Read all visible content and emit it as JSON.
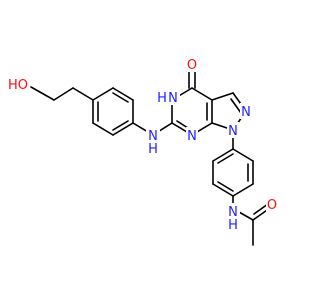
{
  "molecule": {
    "colors": {
      "bond": "#000000",
      "nitrogen": "#1f1fff",
      "oxygen": "#ff0d0d",
      "background": "#ffffff"
    },
    "atoms": {
      "hydroxyl_O": {
        "element": "O",
        "label": "HO"
      },
      "lactam_O": {
        "element": "O",
        "label": "O"
      },
      "lactam_NH": {
        "element": "N",
        "label": "N",
        "hydrogen": "H"
      },
      "pyrazole_N2": {
        "element": "N",
        "label": "N"
      },
      "pyrazole_N1": {
        "element": "N",
        "label": "N"
      },
      "pyrimidine_N3": {
        "element": "N",
        "label": "N"
      },
      "amine_NH": {
        "element": "N",
        "label": "N",
        "hydrogen": "H"
      },
      "amide_NH": {
        "element": "N",
        "label": "N",
        "hydrogen": "H"
      },
      "amide_O": {
        "element": "O",
        "label": "O"
      }
    }
  }
}
